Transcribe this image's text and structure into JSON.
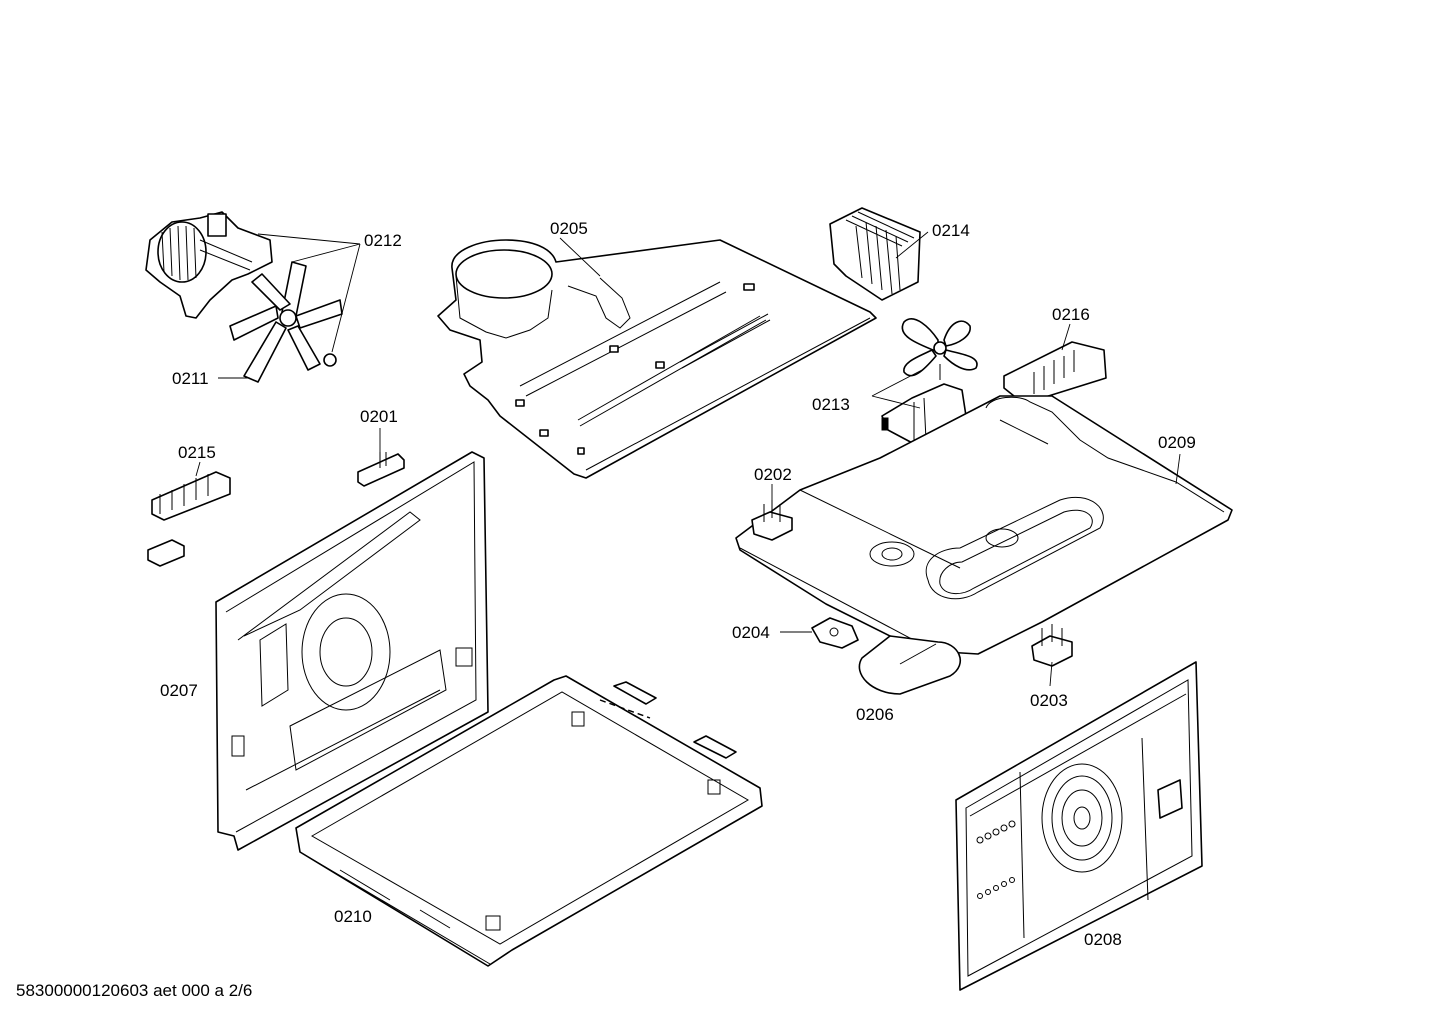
{
  "labels": {
    "p0201": "0201",
    "p0202": "0202",
    "p0203": "0203",
    "p0204": "0204",
    "p0205": "0205",
    "p0206": "0206",
    "p0207": "0207",
    "p0208": "0208",
    "p0209": "0209",
    "p0210": "0210",
    "p0211": "0211",
    "p0212": "0212",
    "p0213": "0213",
    "p0214": "0214",
    "p0215": "0215",
    "p0216": "0216"
  },
  "footer": "58300000120603 aet 000 a 2/6"
}
